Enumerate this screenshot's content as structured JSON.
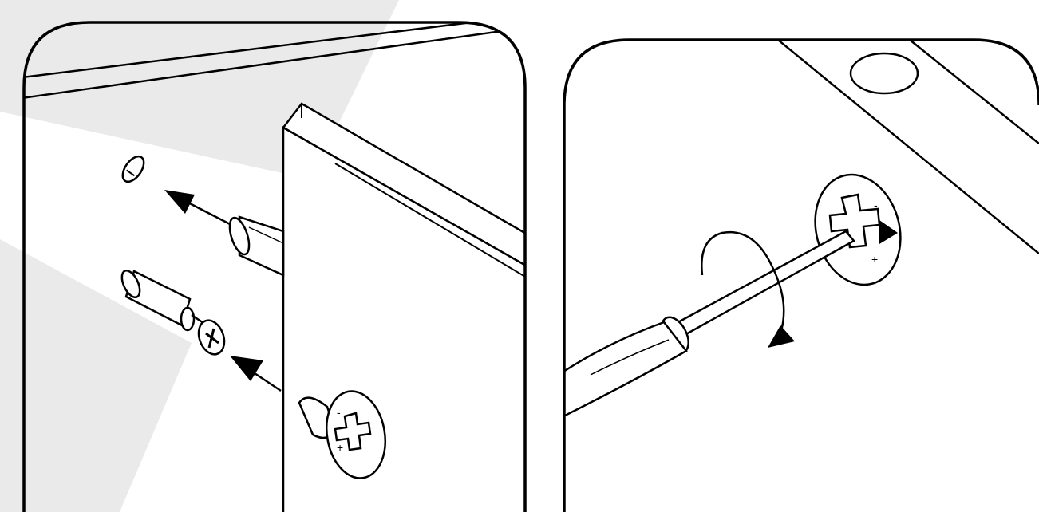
{
  "figure": {
    "panels": [
      {
        "id": "panel-left",
        "step": "insert-cam-dowel"
      },
      {
        "id": "panel-right",
        "step": "tighten-cam-lock"
      }
    ],
    "cam_marks": [
      "-",
      "+"
    ],
    "colors": {
      "ink": "#000000",
      "paper": "#ffffff",
      "watermark": "#e8e8e8"
    },
    "icons": [
      "plug-cap-icon",
      "dowel-icon",
      "cam-bolt-icon",
      "cam-lock-icon",
      "screwdriver-icon",
      "rotate-arrow-icon"
    ]
  }
}
